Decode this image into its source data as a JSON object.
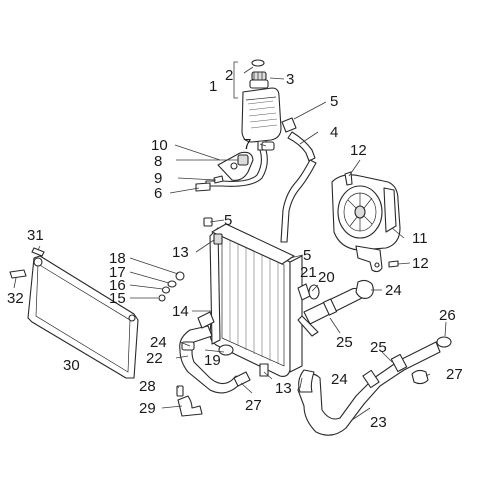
{
  "diagram": {
    "callouts": [
      "1",
      "2",
      "3",
      "4",
      "5",
      "5",
      "5",
      "6",
      "7",
      "8",
      "9",
      "10",
      "11",
      "12",
      "12",
      "13",
      "13",
      "14",
      "15",
      "16",
      "17",
      "18",
      "19",
      "20",
      "21",
      "22",
      "23",
      "24",
      "24",
      "24",
      "25",
      "25",
      "26",
      "27",
      "27",
      "28",
      "29",
      "30",
      "31",
      "32"
    ]
  }
}
